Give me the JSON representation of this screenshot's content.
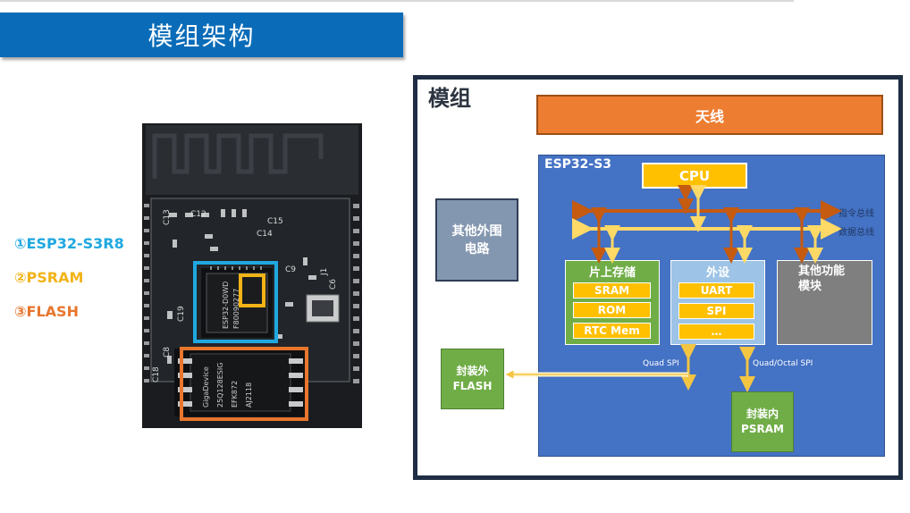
{
  "slide": {
    "title": "模组架构"
  },
  "photo_legend": [
    {
      "label": "①ESP32-S3R8",
      "color": "#1fa8e0"
    },
    {
      "label": "②PSRAM",
      "color": "#f2b317"
    },
    {
      "label": "③FLASH",
      "color": "#e8762d"
    }
  ],
  "photo": {
    "labels": {
      "c12": "C12",
      "c13": "C13",
      "c15": "C15",
      "c9": "C9",
      "c19": "C19",
      "c8": "C8",
      "c6": "C6",
      "c18": "C18",
      "c14": "C14",
      "j1": "J1",
      "chip_text1": "ESP32-D0WD",
      "chip_text2": "F80090277",
      "flash_text1": "GigaDevice",
      "flash_text2": "25Q128ESIG",
      "flash_text3": "EFK872",
      "flash_text4": "AJ2118"
    }
  },
  "diagram": {
    "module_label": "模组",
    "antenna": "天线",
    "soc_label": "ESP32-S3",
    "cpu": "CPU",
    "instruction_bus": "指令总线",
    "data_bus": "数据总线",
    "peripheral_circuit": [
      "其他外围",
      "电路"
    ],
    "onchip_storage": {
      "title": "片上存储",
      "items": [
        "SRAM",
        "ROM",
        "RTC Mem"
      ]
    },
    "peripherals": {
      "title": "外设",
      "items": [
        "UART",
        "SPI",
        "…"
      ]
    },
    "other_modules": [
      "其他功能",
      "模块"
    ],
    "ext_flash": [
      "封装外",
      "FLASH"
    ],
    "int_psram": [
      "封装内",
      "PSRAM"
    ],
    "quad_spi": "Quad SPI",
    "quad_octal_spi": "Quad/Octal SPI"
  }
}
